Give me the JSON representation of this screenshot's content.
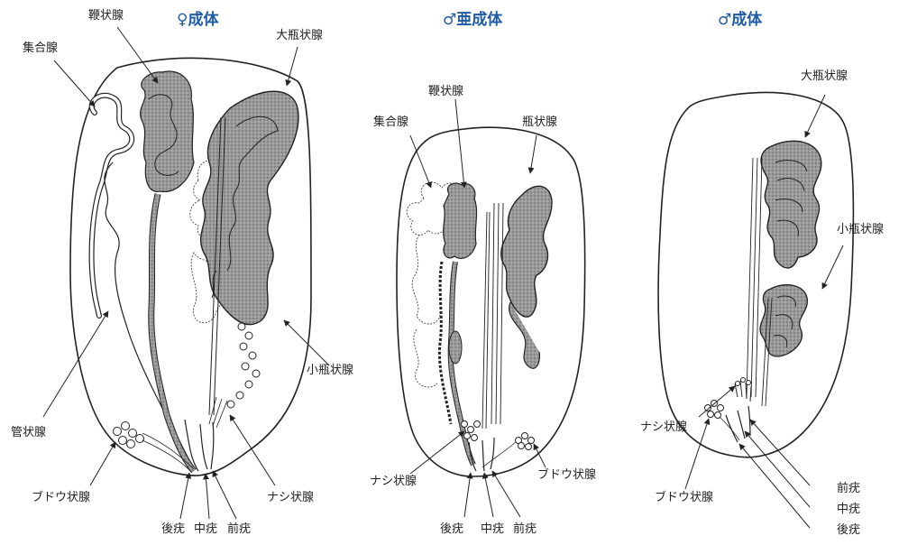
{
  "colors": {
    "title": "#1f5aa6",
    "gland_fill": "#8a8a8a",
    "outline": "#222222",
    "label": "#222222"
  },
  "panels": [
    {
      "title": "♀成体",
      "labels": {
        "collecting_gland": "集合腺",
        "flagelliform_gland": "鞭状腺",
        "major_ampullate_gland": "大瓶状腺",
        "minor_ampullate_gland": "小瓶状腺",
        "tubuliform_gland": "管状腺",
        "aciniform_gland": "ブドウ状腺",
        "piriform_gland": "ナシ状腺",
        "posterior_spinneret": "後疣",
        "median_spinneret": "中疣",
        "anterior_spinneret": "前疣"
      }
    },
    {
      "title": "♂亜成体",
      "labels": {
        "flagelliform_gland": "鞭状腺",
        "collecting_gland": "集合腺",
        "ampullate_gland": "瓶状腺",
        "piriform_gland": "ナシ状腺",
        "aciniform_gland": "ブドウ状腺",
        "posterior_spinneret": "後疣",
        "median_spinneret": "中疣",
        "anterior_spinneret": "前疣"
      }
    },
    {
      "title": "♂成体",
      "labels": {
        "major_ampullate_gland": "大瓶状腺",
        "minor_ampullate_gland": "小瓶状腺",
        "piriform_gland": "ナシ状腺",
        "aciniform_gland": "ブドウ状腺",
        "anterior_spinneret": "前疣",
        "median_spinneret": "中疣",
        "posterior_spinneret": "後疣"
      }
    }
  ]
}
